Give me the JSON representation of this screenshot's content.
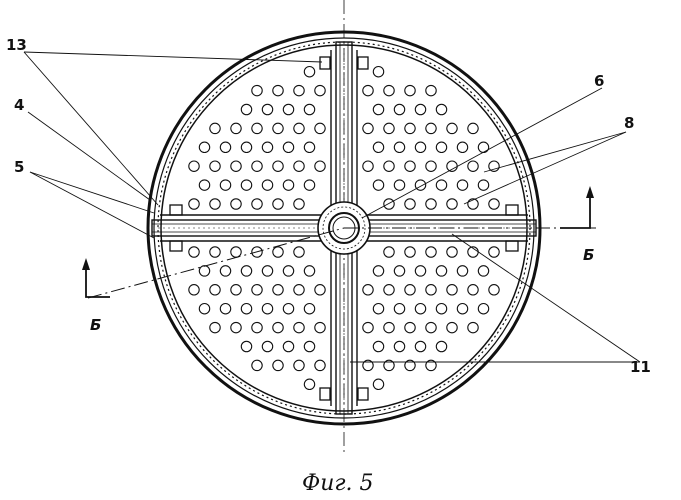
{
  "labels": {
    "l13": "13",
    "l4": "4",
    "l5": "5",
    "l6": "6",
    "l8": "8",
    "l11": "11",
    "section_right": "Б",
    "section_left": "Б"
  },
  "caption": "Фиг. 5",
  "colors": {
    "ink": "#111111",
    "background": "#ffffff"
  },
  "holes_per_quadrant": 40
}
